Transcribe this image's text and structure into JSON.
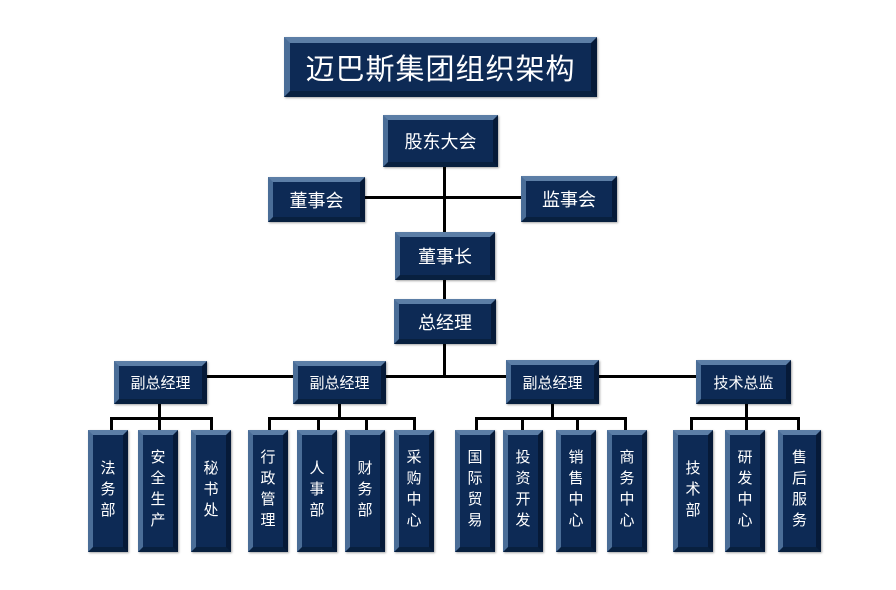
{
  "title": "迈巴斯集团组织架构",
  "colors": {
    "box_fill": "#0d2a55",
    "box_text": "#ffffff",
    "connector": "#000000"
  },
  "top": {
    "shareholders": "股东大会",
    "board": "董事会",
    "supervisors": "监事会",
    "chairman": "董事长",
    "gm": "总经理"
  },
  "divisions": [
    {
      "head": "副总经理",
      "departments": [
        "法务部",
        "安全生产",
        "秘书处"
      ]
    },
    {
      "head": "副总经理",
      "departments": [
        "行政管理",
        "人事部",
        "财务部",
        "采购中心"
      ]
    },
    {
      "head": "副总经理",
      "departments": [
        "国际贸易",
        "投资开发",
        "销售中心",
        "商务中心"
      ]
    },
    {
      "head": "技术总监",
      "departments": [
        "技术部",
        "研发中心",
        "售后服务"
      ]
    }
  ]
}
